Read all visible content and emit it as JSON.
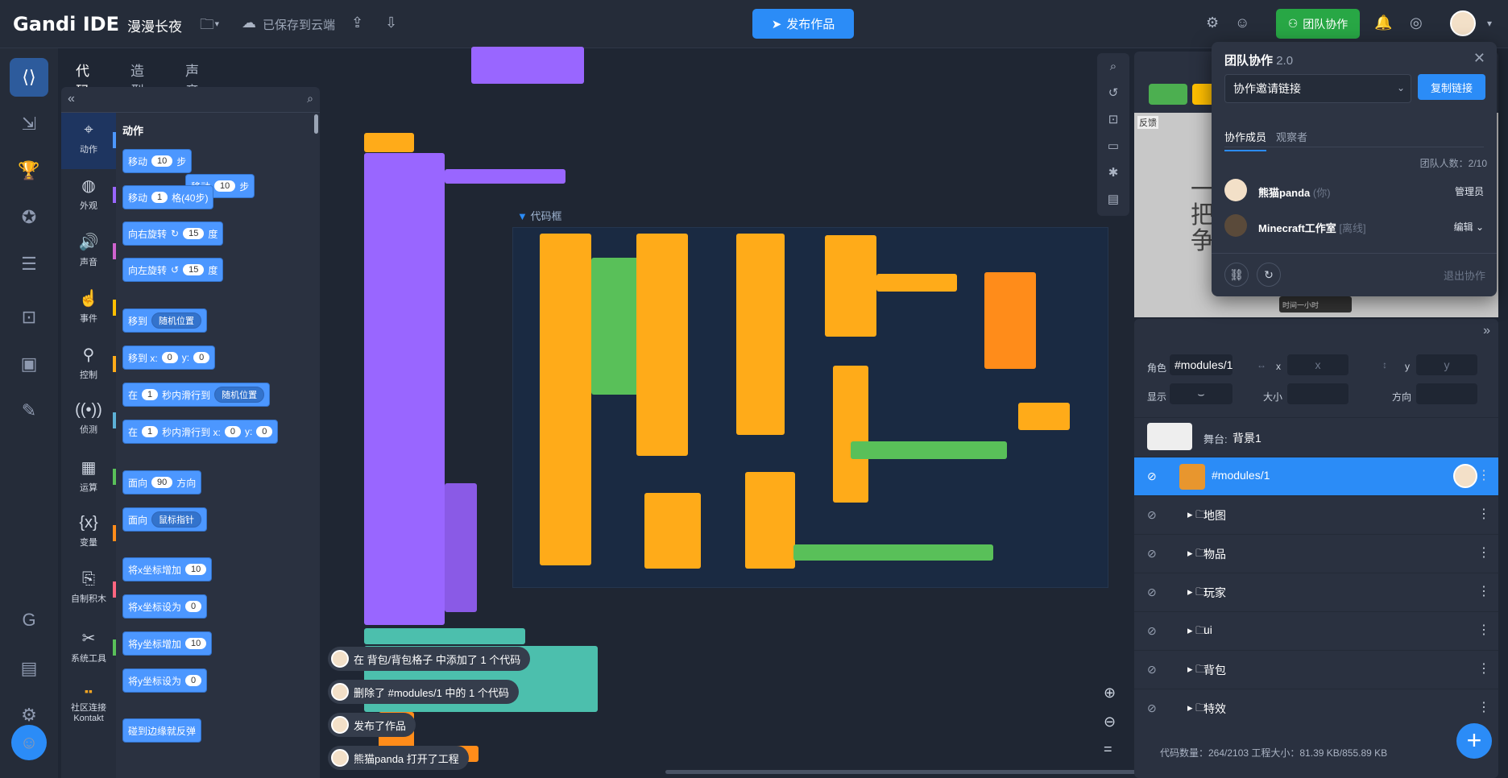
{
  "app": {
    "logo": "Gandi IDE",
    "project_name": "漫漫长夜",
    "save_status": "已保存到云端"
  },
  "toolbar": {
    "publish_label": "发布作品",
    "team_label": "团队协作"
  },
  "editor_tabs": [
    "代码",
    "造型",
    "声音"
  ],
  "palette": {
    "section_title": "动作",
    "categories": [
      {
        "label": "动作",
        "icon": "motion-icon",
        "color": "#4c97ff"
      },
      {
        "label": "外观",
        "icon": "looks-icon",
        "color": "#9966ff"
      },
      {
        "label": "声音",
        "icon": "sound-icon",
        "color": "#cf63cf"
      },
      {
        "label": "事件",
        "icon": "events-icon",
        "color": "#ffbf00"
      },
      {
        "label": "控制",
        "icon": "control-icon",
        "color": "#ffab19"
      },
      {
        "label": "侦测",
        "icon": "sensing-icon",
        "color": "#5cb1d6"
      },
      {
        "label": "运算",
        "icon": "operators-icon",
        "color": "#59c059"
      },
      {
        "label": "变量",
        "icon": "variables-icon",
        "color": "#ff8c1a"
      },
      {
        "label": "自制积木",
        "icon": "myblocks-icon",
        "color": "#ff6680"
      },
      {
        "label": "系统工具",
        "icon": "tools-icon",
        "color": "#59c059"
      },
      {
        "label": "社区连接",
        "sublabel": "Kontakt",
        "icon": "community-icon",
        "color": "#2b8cf7"
      }
    ],
    "blocks": {
      "move": {
        "pre": "移动",
        "val": "10",
        "post": "步"
      },
      "grid": {
        "pre": "移动",
        "val": "1",
        "post": "格(40步)"
      },
      "turn_right": {
        "pre": "向右旋转",
        "icon": "↻",
        "val": "15",
        "post": "度"
      },
      "turn_left": {
        "pre": "向左旋转",
        "icon": "↺",
        "val": "15",
        "post": "度"
      },
      "goto": {
        "pre": "移到",
        "drop": "随机位置"
      },
      "goto_xy": {
        "pre": "移到 x:",
        "x": "0",
        "mid": "y:",
        "y": "0"
      },
      "glide": {
        "pre": "在",
        "val": "1",
        "mid": "秒内滑行到",
        "drop": "随机位置"
      },
      "glide_xy": {
        "pre": "在",
        "val": "1",
        "mid": "秒内滑行到 x:",
        "x": "0",
        "mid2": "y:",
        "y": "0"
      },
      "point": {
        "pre": "面向",
        "val": "90",
        "post": "方向"
      },
      "point_to": {
        "pre": "面向",
        "drop": "鼠标指针"
      },
      "change_x": {
        "pre": "将x坐标增加",
        "val": "10"
      },
      "set_x": {
        "pre": "将x坐标设为",
        "val": "0"
      },
      "change_y": {
        "pre": "将y坐标增加",
        "val": "10"
      },
      "set_y": {
        "pre": "将y坐标设为",
        "val": "0"
      },
      "bounce": {
        "pre": "碰到边缘就反弹"
      }
    }
  },
  "workspace": {
    "codebox_label": "代码框",
    "toasts": [
      "在 背包/背包格子 中添加了 1 个代码",
      "删除了 #modules/1 中的 1 个代码",
      "发布了作品",
      "熊猫panda 打开了工程"
    ]
  },
  "team_panel": {
    "title": "团队协作",
    "version": "2.0",
    "link_select": "协作邀请链接",
    "copy_label": "复制链接",
    "tabs": [
      "协作成员",
      "观察者"
    ],
    "member_count": "团队人数：2/10",
    "members": [
      {
        "name": "熊猫panda",
        "tag": "(你)",
        "role": "管理员"
      },
      {
        "name": "Minecraft工作室",
        "tag": "[离线]",
        "role": "编辑 ⌄"
      }
    ],
    "exit_label": "退出协作"
  },
  "stage": {
    "feedback_label": "反馈",
    "timer_text": "时间一小时"
  },
  "sprite_info": {
    "sprite_label": "角色",
    "sprite_name": "#modules/1",
    "x_label": "x",
    "x_placeholder": "x",
    "y_label": "y",
    "y_placeholder": "y",
    "show_label": "显示",
    "size_label": "大小",
    "direction_label": "方向",
    "stage_label": "舞台:",
    "stage_backdrop": "背景1",
    "active_sprite": "#modules/1",
    "folders": [
      "地图",
      "物品",
      "玩家",
      "ui",
      "背包",
      "特效"
    ]
  },
  "footer": {
    "stats": "代码数量：264/2103    工程大小：81.39 KB/855.89 KB"
  }
}
